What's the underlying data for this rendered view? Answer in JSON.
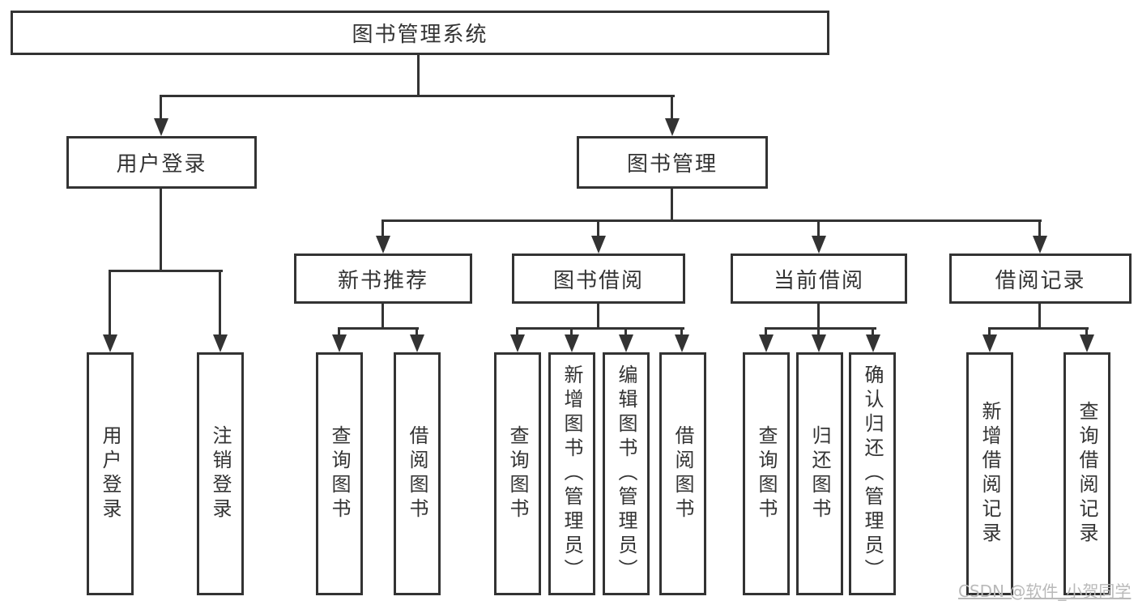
{
  "tree": {
    "root": "图书管理系统",
    "user_login": {
      "label": "用户登录",
      "children": [
        "用户登录",
        "注销登录"
      ]
    },
    "book_management": {
      "label": "图书管理",
      "sections": [
        {
          "label": "新书推荐",
          "children": [
            "查询图书",
            "借阅图书"
          ]
        },
        {
          "label": "图书借阅",
          "children": [
            "查询图书",
            "新增图书（管理员）",
            "编辑图书（管理员）",
            "借阅图书"
          ]
        },
        {
          "label": "当前借阅",
          "children": [
            "查询图书",
            "归还图书",
            "确认归还（管理员）"
          ]
        },
        {
          "label": "借阅记录",
          "children": [
            "新增借阅记录",
            "查询借阅记录"
          ]
        }
      ]
    }
  },
  "watermark": "CSDN @软件_小贺同学",
  "colors": {
    "line": "#333333",
    "text": "#333333",
    "background": "#ffffff",
    "watermark": "#b9b9b9"
  }
}
